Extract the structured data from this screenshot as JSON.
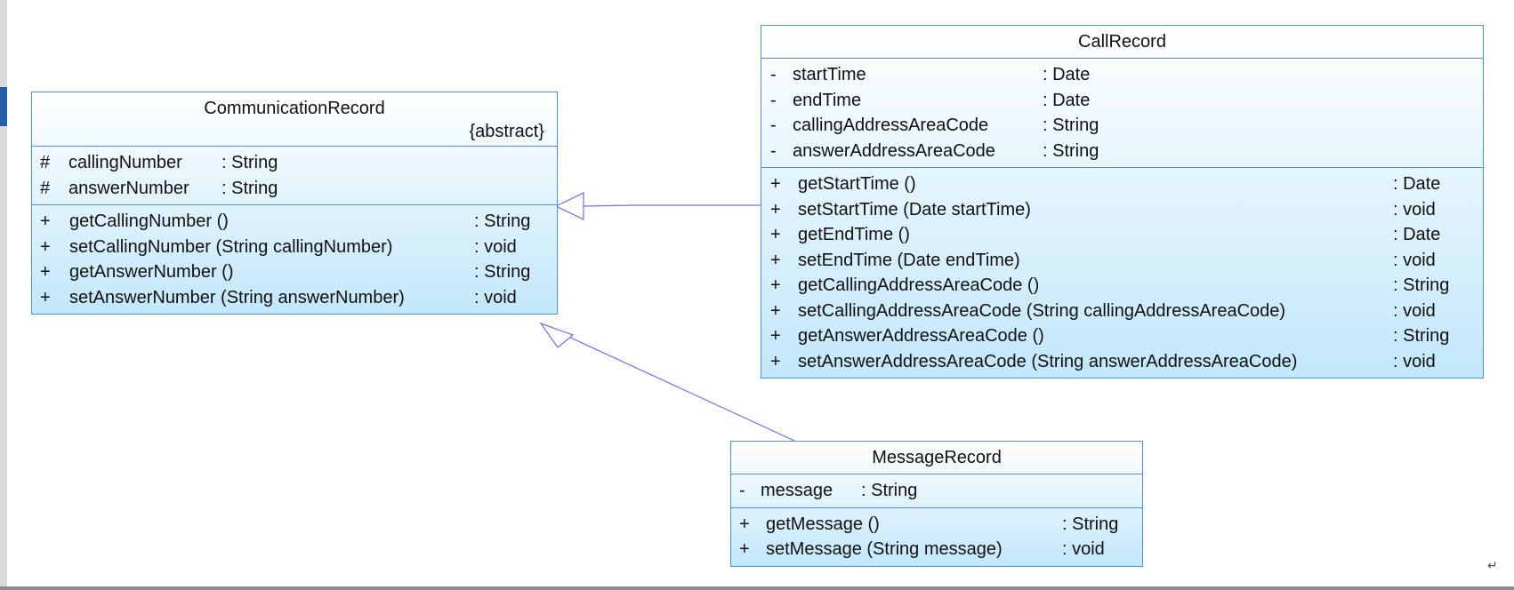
{
  "diagram": {
    "classes": {
      "communication_record": {
        "name": "CommunicationRecord",
        "stereotype": "{abstract}",
        "attributes": [
          {
            "vis": "#",
            "name": "callingNumber",
            "type": ": String"
          },
          {
            "vis": "#",
            "name": "answerNumber",
            "type": ": String"
          }
        ],
        "operations": [
          {
            "vis": "+",
            "name": "getCallingNumber ()",
            "type": ": String"
          },
          {
            "vis": "+",
            "name": "setCallingNumber (String callingNumber)",
            "type": ": void"
          },
          {
            "vis": "+",
            "name": "getAnswerNumber ()",
            "type": ": String"
          },
          {
            "vis": "+",
            "name": "setAnswerNumber (String answerNumber)",
            "type": ": void"
          }
        ]
      },
      "call_record": {
        "name": "CallRecord",
        "attributes": [
          {
            "vis": "-",
            "name": "startTime",
            "type": ": Date"
          },
          {
            "vis": "-",
            "name": "endTime",
            "type": ": Date"
          },
          {
            "vis": "-",
            "name": "callingAddressAreaCode",
            "type": ": String"
          },
          {
            "vis": "-",
            "name": "answerAddressAreaCode",
            "type": ": String"
          }
        ],
        "operations": [
          {
            "vis": "+",
            "name": "getStartTime ()",
            "type": ": Date"
          },
          {
            "vis": "+",
            "name": "setStartTime (Date startTime)",
            "type": ": void"
          },
          {
            "vis": "+",
            "name": "getEndTime ()",
            "type": ": Date"
          },
          {
            "vis": "+",
            "name": "setEndTime (Date endTime)",
            "type": ": void"
          },
          {
            "vis": "+",
            "name": "getCallingAddressAreaCode ()",
            "type": ": String"
          },
          {
            "vis": "+",
            "name": "setCallingAddressAreaCode (String callingAddressAreaCode)",
            "type": ": void"
          },
          {
            "vis": "+",
            "name": "getAnswerAddressAreaCode ()",
            "type": ": String"
          },
          {
            "vis": "+",
            "name": "setAnswerAddressAreaCode (String answerAddressAreaCode)",
            "type": ": void"
          }
        ]
      },
      "message_record": {
        "name": "MessageRecord",
        "attributes": [
          {
            "vis": "-",
            "name": "message",
            "type": ": String"
          }
        ],
        "operations": [
          {
            "vis": "+",
            "name": "getMessage ()",
            "type": ": String"
          },
          {
            "vis": "+",
            "name": "setMessage (String message)",
            "type": ": void"
          }
        ]
      }
    },
    "relations": [
      {
        "type": "generalization",
        "from": "CallRecord",
        "to": "CommunicationRecord"
      },
      {
        "type": "generalization",
        "from": "MessageRecord",
        "to": "CommunicationRecord"
      }
    ],
    "colors": {
      "border": "#4a8fe0",
      "fill_top": "#ffffff",
      "fill_bottom": "#c2e7fb",
      "arrow": "#6f6ff0"
    },
    "page_mark": "↵"
  }
}
